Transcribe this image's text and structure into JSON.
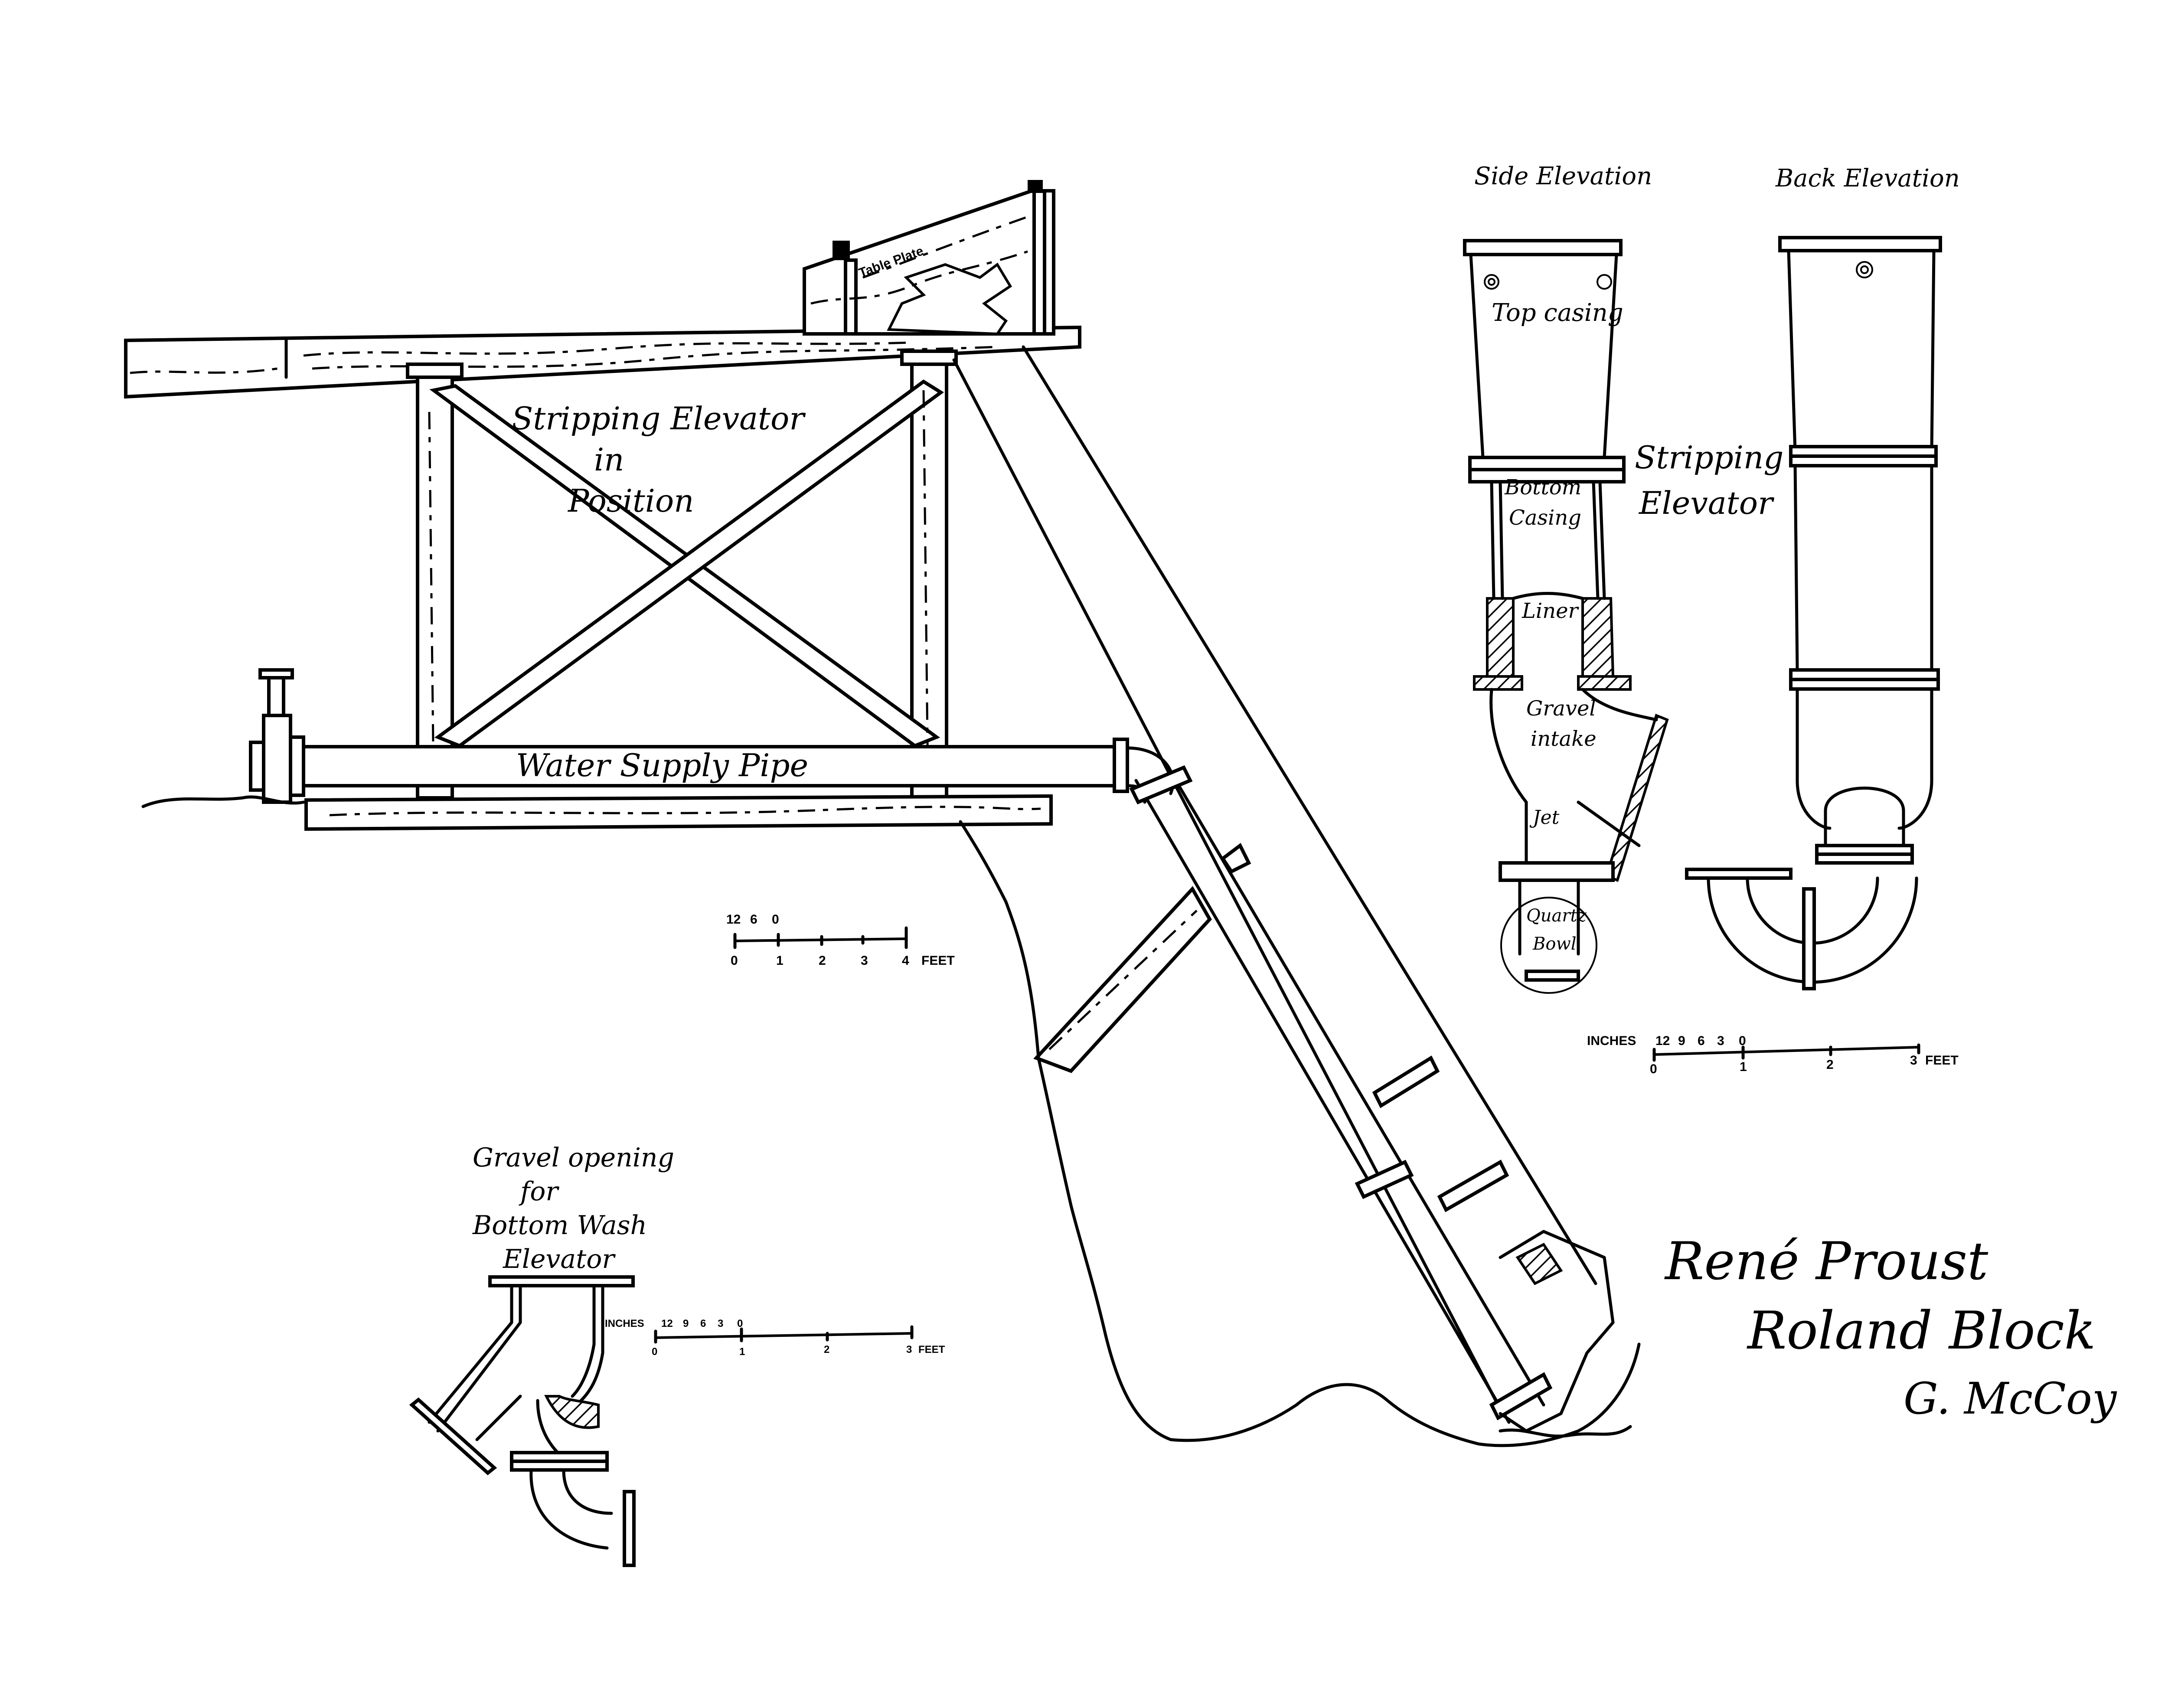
{
  "drawing": {
    "main_view": {
      "title_lines": [
        "Stripping Elevator",
        "in",
        "Position"
      ],
      "pipe_label": "Water Supply Pipe",
      "plate_label": "Table Plate"
    },
    "side_elevation": {
      "title": "Side Elevation",
      "labels": {
        "top_casing": "Top casing",
        "bottom_casing_1": "Bottom",
        "bottom_casing_2": "Casing",
        "liner": "Liner",
        "gravel_intake_1": "Gravel",
        "gravel_intake_2": "intake",
        "jet": "Jet",
        "quartz_bowl_1": "Quartz",
        "quartz_bowl_2": "Bowl"
      },
      "side_label_1": "Stripping",
      "side_label_2": "Elevator"
    },
    "back_elevation": {
      "title": "Back Elevation"
    },
    "bottom_wash": {
      "title_lines": [
        "Gravel opening",
        "for",
        "Bottom Wash",
        "Elevator"
      ]
    },
    "scales": [
      {
        "top_ticks": [
          "12",
          "6",
          "0"
        ],
        "bottom_ticks": [
          "0",
          "1",
          "2",
          "3",
          "4"
        ],
        "unit": "FEET"
      },
      {
        "prefix": "INCHES",
        "top_ticks": [
          "12",
          "9",
          "6",
          "3",
          "0"
        ],
        "bottom_ticks": [
          "0",
          "1",
          "2",
          "3"
        ],
        "unit": "FEET"
      },
      {
        "prefix": "INCHES",
        "top_ticks": [
          "12",
          "9",
          "6",
          "3",
          "0"
        ],
        "bottom_ticks": [
          "0",
          "1",
          "2",
          "3"
        ],
        "unit": "FEET"
      }
    ],
    "signatures": [
      "René Proust",
      "Roland Block",
      "G. McCoy"
    ]
  }
}
